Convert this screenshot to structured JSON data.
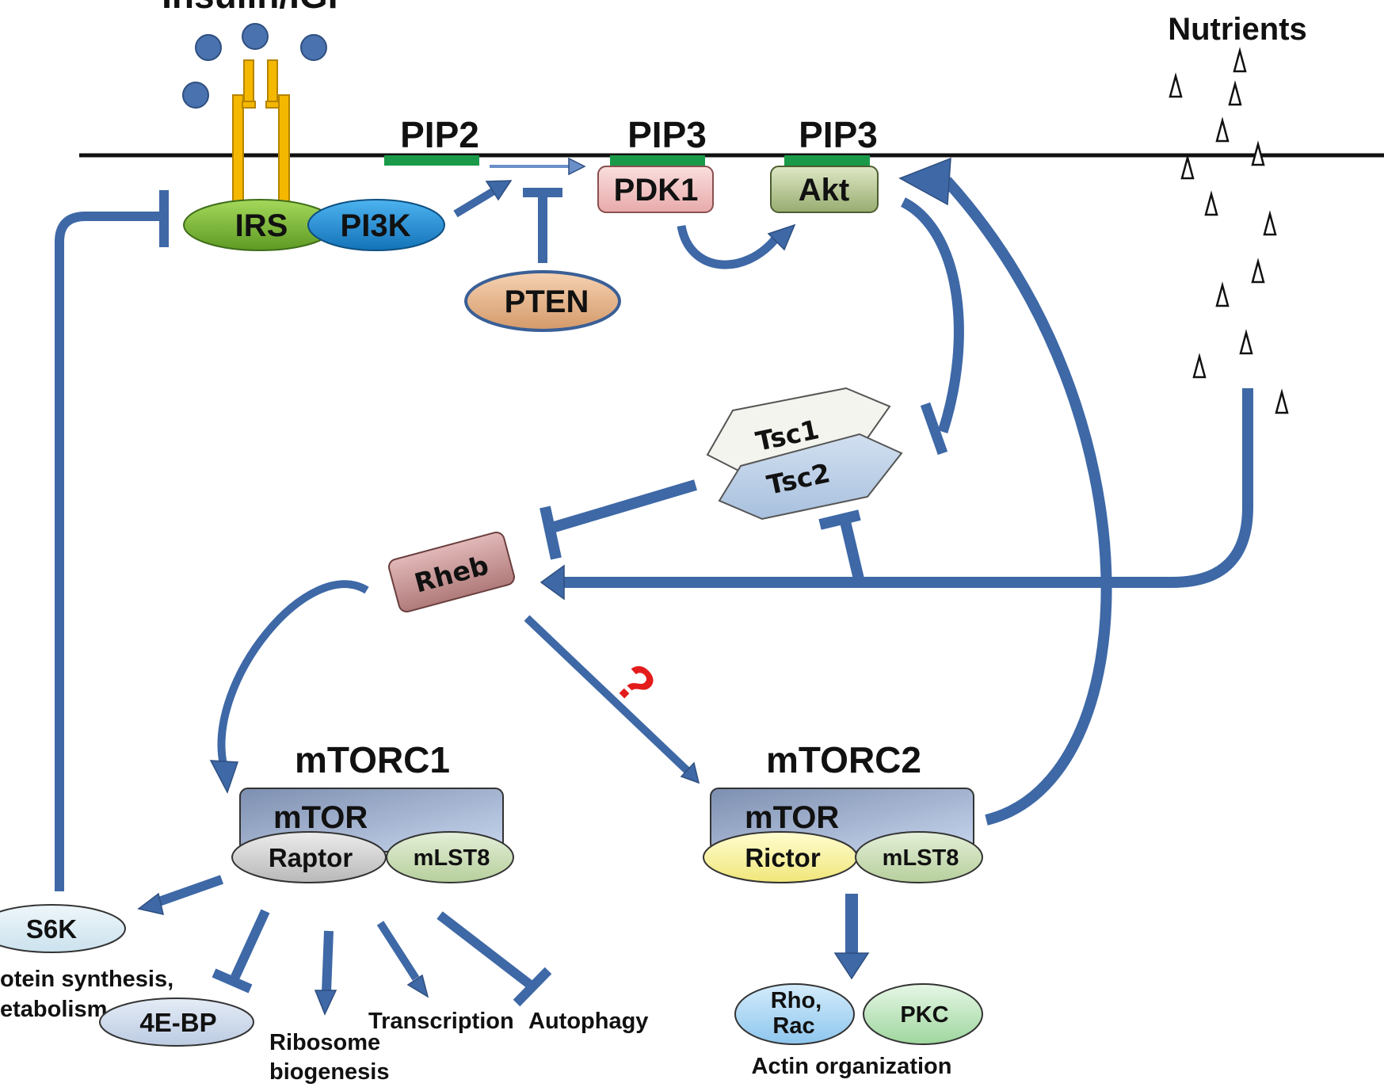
{
  "stimuli": {
    "insulin": "Insulin/IGF",
    "nutrients": "Nutrients"
  },
  "membrane_lipids": {
    "pip2": "PIP2",
    "pip3_a": "PIP3",
    "pip3_b": "PIP3"
  },
  "nodes": {
    "irs": "IRS",
    "pi3k": "PI3K",
    "pdk1": "PDK1",
    "akt": "Akt",
    "pten": "PTEN",
    "tsc1": "Tsc1",
    "tsc2": "Tsc2",
    "rheb": "Rheb",
    "question_mark": "?"
  },
  "mtorc1": {
    "title": "mTORC1",
    "mtor": "mTOR",
    "raptor": "Raptor",
    "mlst8": "mLST8"
  },
  "mtorc2": {
    "title": "mTORC2",
    "mtor": "mTOR",
    "rictor": "Rictor",
    "mlst8": "mLST8"
  },
  "mtorc1_outputs": {
    "s6k": "S6K",
    "s6k_caption_line1": "otein synthesis,",
    "s6k_caption_line2": "etabolism",
    "fourebp": "4E-BP",
    "ribosome_line1": "Ribosome",
    "ribosome_line2": "biogenesis",
    "transcription": "Transcription",
    "autophagy": "Autophagy"
  },
  "mtorc2_outputs": {
    "rho_line1": "Rho,",
    "rho_line2": "Rac",
    "pkc": "PKC",
    "actin": "Actin organization"
  },
  "colors": {
    "arrow": "#4a72ae",
    "arrow_dark": "#3a5f96",
    "irs": "#7ab83a",
    "pi3k": "#1e8fd8",
    "pdk1": "#f2c4c4",
    "akt": "#b8c896",
    "pten": "#e3b690",
    "rheb": "#c08a8a",
    "tsc2": "#b9cde6",
    "tsc1": "#f4f4ee",
    "mtor_box": "#a8b8d8",
    "raptor": "#d4d4d4",
    "mlst8": "#cfe0bf",
    "rictor": "#fbf7a8",
    "receptor": "#f5b800",
    "pip_bar": "#1a9a48",
    "question": "#e31b1b"
  }
}
